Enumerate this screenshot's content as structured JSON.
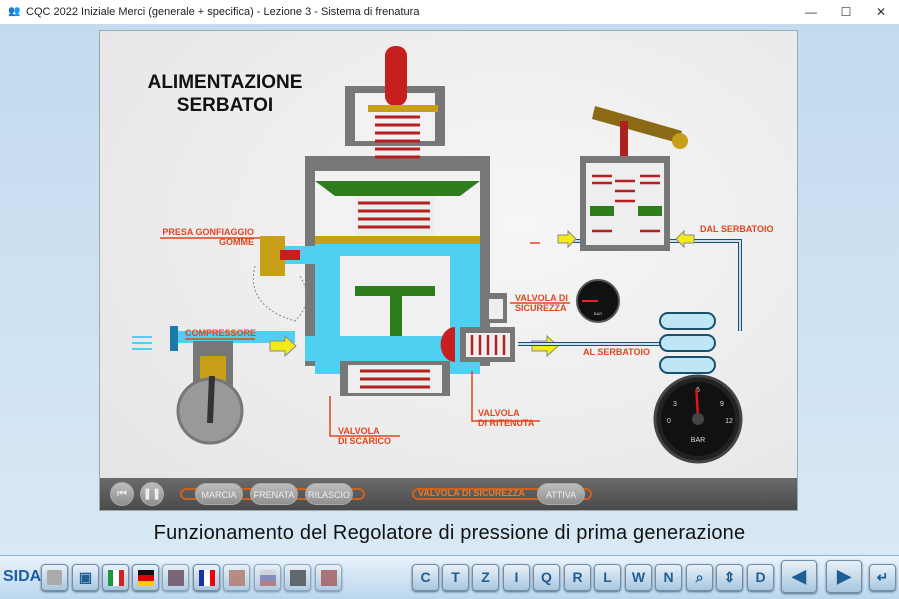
{
  "window": {
    "title": "CQC 2022 Iniziale Merci (generale + specifica) - Lezione 3 - Sistema di frenatura",
    "minimize": "—",
    "maximize": "☐",
    "close": "✕"
  },
  "slide": {
    "heading_line1": "ALIMENTAZIONE",
    "heading_line2": "SERBATOI",
    "labels": {
      "presa_line1": "PRESA GONFIAGGIO",
      "presa_line2": "GOMME",
      "compressore": "COMPRESSORE",
      "valvola_sicurezza_line1": "VALVOLA DI",
      "valvola_sicurezza_line2": "SICUREZZA",
      "dal_serbatoio": "DAL SERBATOIO",
      "al_serbatoio": "AL SERBATOIO",
      "valvola_scarico_line1": "VALVOLA",
      "valvola_scarico_line2": "DI SCARICO",
      "valvola_ritenuta_line1": "VALVOLA",
      "valvola_ritenuta_line2": "DI RITENUTA"
    },
    "gauge_large": {
      "unit": "BAR",
      "ticks": [
        "0",
        "3",
        "6",
        "9",
        "12"
      ],
      "value": 5.8,
      "max": 12
    },
    "gauge_small": {
      "unit": "BAR",
      "value": 0
    },
    "controls": {
      "marcia": "MARCIA",
      "frenata": "FRENATA",
      "rilascio": "RILASCIO",
      "valvola_sicurezza": "VALVOLA DI SICUREZZA",
      "attiva": "ATTIVA"
    }
  },
  "caption": "Funzionamento del Regolatore di pressione di prima generazione",
  "toolbar": {
    "logo": "SIDA",
    "letters": [
      "C",
      "T",
      "Z",
      "I",
      "Q",
      "R",
      "L",
      "W",
      "N"
    ],
    "search": "⌕",
    "scroll": "⇕",
    "d": "D",
    "prev": "◀",
    "next": "▶",
    "enter": "↵"
  },
  "colors": {
    "accent_red": "#e2451c",
    "air_blue": "#4fd0f2",
    "toolbar_blue": "#1f5e92"
  }
}
